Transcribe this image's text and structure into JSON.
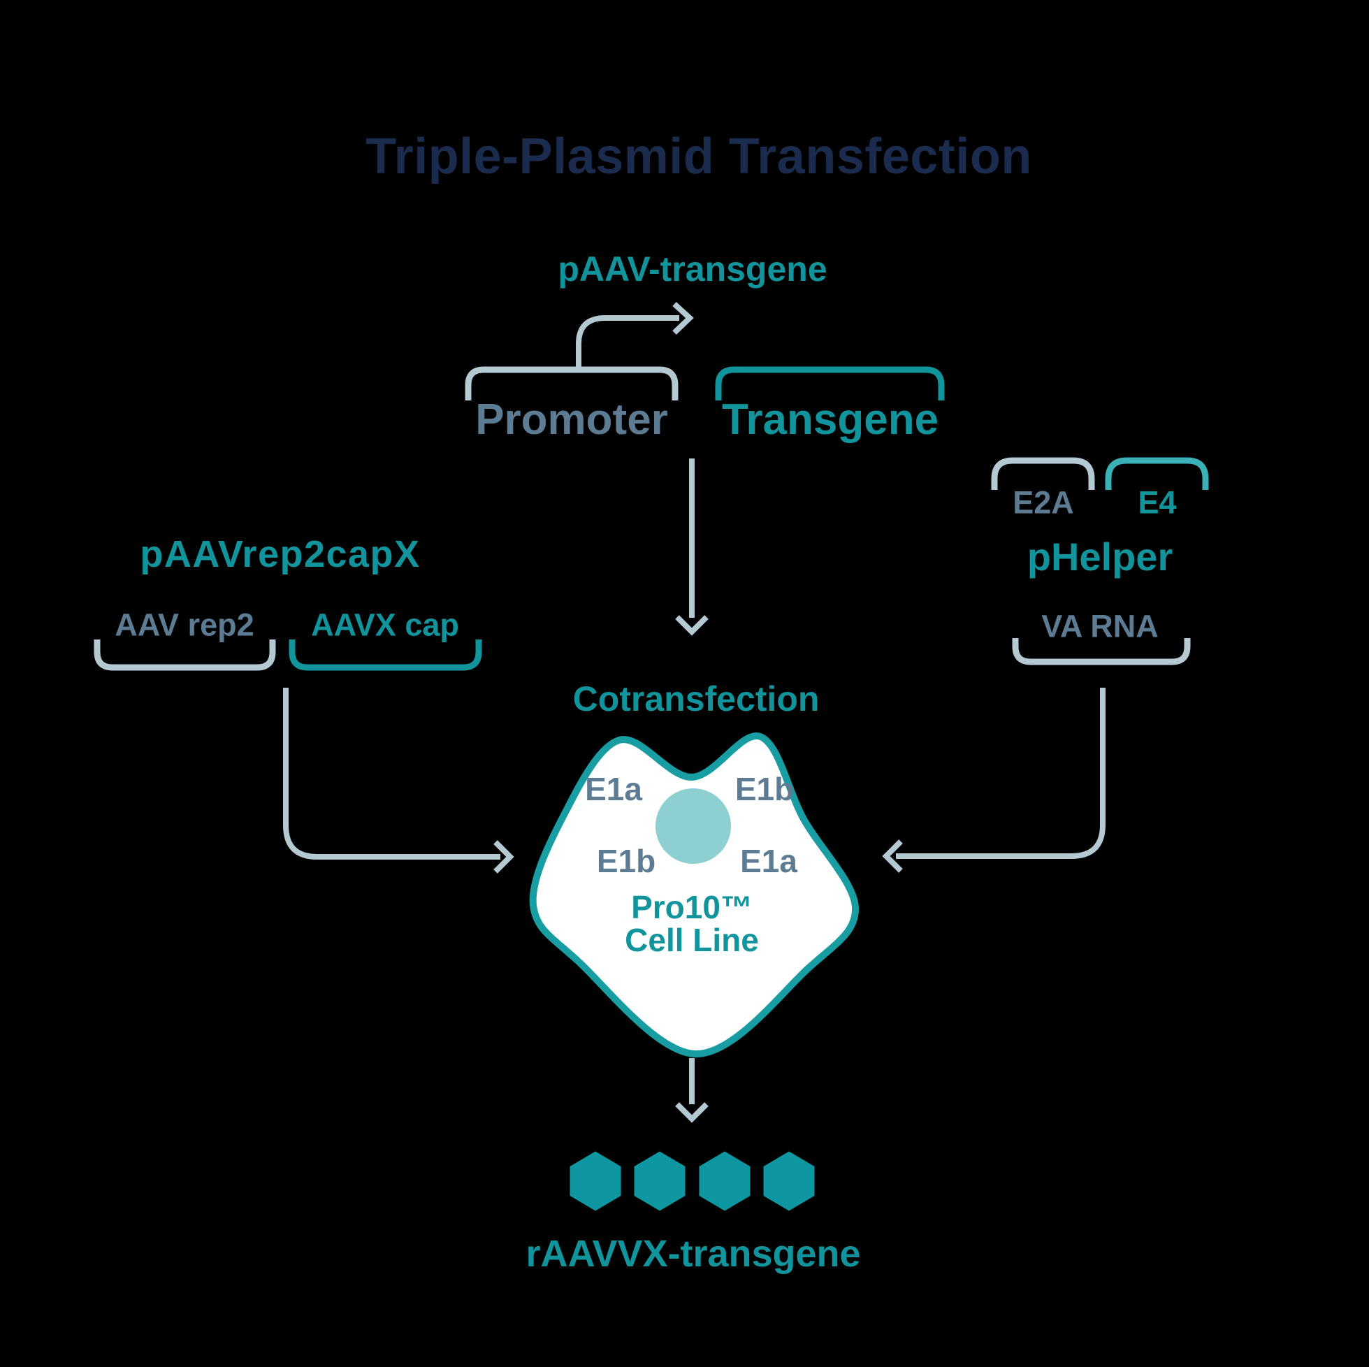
{
  "title": "Triple-Plasmid Transfection",
  "colors": {
    "navy": "#1b2b4d",
    "teal": "#12949d",
    "slate": "#5d7c93",
    "arrow_gray": "#b5c9d3",
    "cell_stroke": "#189da3",
    "cell_fill": "#ffffff",
    "nucleus": "#8ed0d1",
    "hexagon": "#0e97a0",
    "e4_bracket": "#3ab1b6",
    "background": "#000000"
  },
  "paav_transgene": {
    "title": "pAAV-transgene",
    "promoter_label": "Promoter",
    "transgene_label": "Transgene"
  },
  "paavrep2capx": {
    "title": "pAAVrep2capX",
    "rep_label": "AAV rep2",
    "cap_label": "AAVX cap"
  },
  "phelper": {
    "title": "pHelper",
    "e2a_label": "E2A",
    "e4_label": "E4",
    "va_rna_label": "VA RNA"
  },
  "cotransfection_label": "Cotransfection",
  "cell": {
    "gene_top_left": "E1a",
    "gene_top_right": "E1b",
    "gene_bottom_left": "E1b",
    "gene_bottom_right": "E1a",
    "name_line1": "Pro10™",
    "name_line2": "Cell Line"
  },
  "product_label": "rAAVVX-transgene"
}
